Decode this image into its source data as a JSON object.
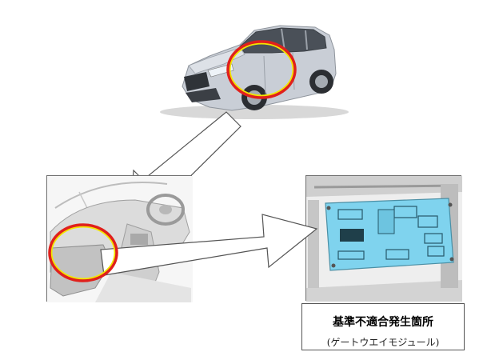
{
  "caption": {
    "title": "基準不適合発生箇所",
    "subtitle": "(ゲートウエイモジュール)"
  },
  "colors": {
    "highlight_red": "#e0201c",
    "highlight_yellow": "#f2e600",
    "module_blue": "#7fd3ee",
    "car_body": "#c9ced6",
    "arrow_fill": "#ffffff",
    "arrow_stroke": "#555555"
  },
  "images": [
    {
      "name": "car-image",
      "subject": "white compact SUV, front three-quarter view"
    },
    {
      "name": "dashboard-image",
      "subject": "vehicle interior, passenger-side lower dashboard"
    },
    {
      "name": "module-image",
      "subject": "gateway module mounted behind panel"
    }
  ]
}
